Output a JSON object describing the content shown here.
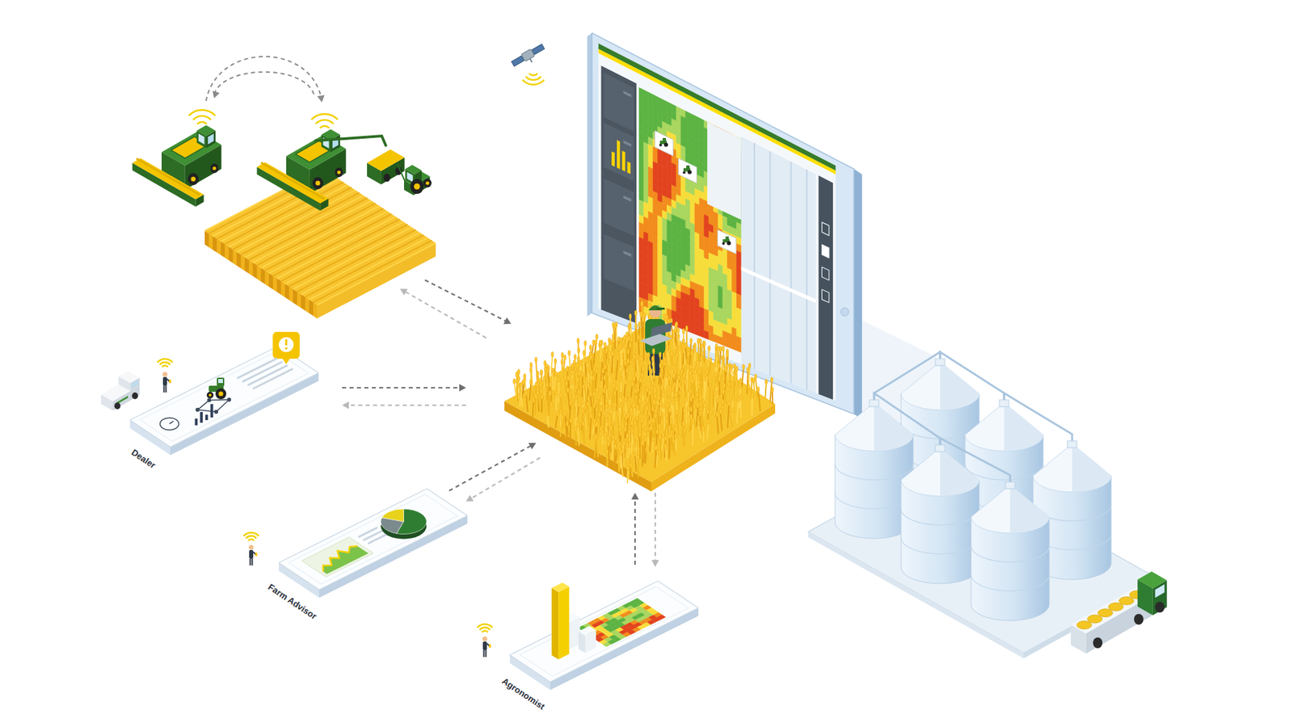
{
  "diagram": {
    "nodes": [
      {
        "text": [
          "Dealer"
        ]
      },
      {
        "text": [
          "Farm Advisor"
        ]
      },
      {
        "text": [
          "Agronomist"
        ]
      }
    ]
  }
}
